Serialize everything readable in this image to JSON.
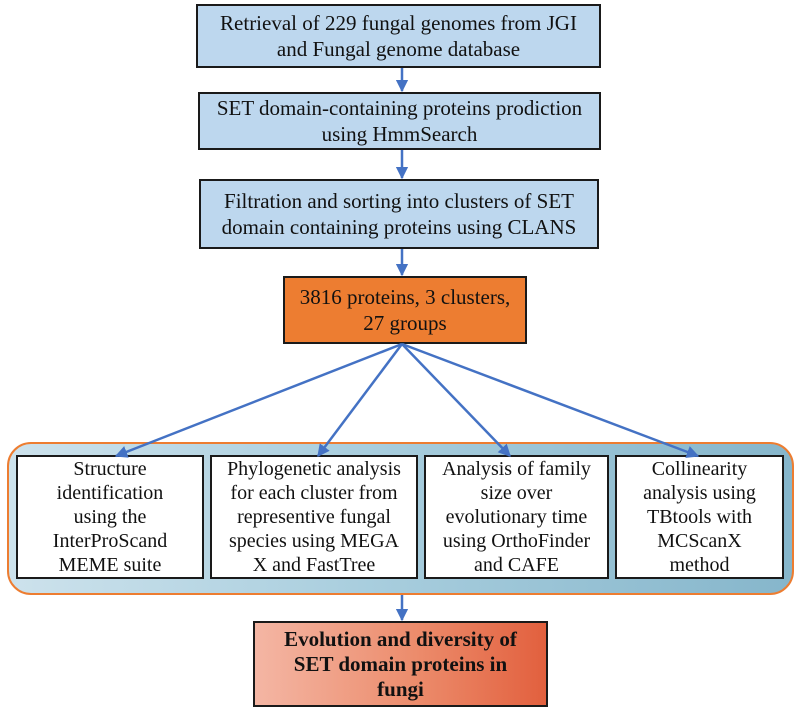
{
  "diagram": {
    "type": "flowchart",
    "colors": {
      "step_fill": "#bdd7ee",
      "summary_fill": "#ed7d31",
      "container_border": "#ed7d31",
      "arrow": "#4472c4",
      "final_fill_start": "#f4b6a4",
      "final_fill_end": "#e2603e"
    },
    "steps": [
      {
        "id": "step1",
        "text": "Retrieval of 229 fungal genomes from JGI\nand Fungal genome database"
      },
      {
        "id": "step2",
        "text": "SET domain-containing proteins prodiction\nusing HmmSearch"
      },
      {
        "id": "step3",
        "text": "Filtration and sorting into clusters of SET\ndomain containing proteins using CLANS"
      }
    ],
    "summary": {
      "text": "3816 proteins, 3 clusters,\n27 groups"
    },
    "analyses": [
      {
        "id": "structure",
        "text": "Structure\nidentification\nusing the\nInterProScand\nMEME suite"
      },
      {
        "id": "phylogenetic",
        "text": "Phylogenetic analysis\nfor each cluster from\nrepresentive fungal\nspecies using MEGA\nX and FastTree"
      },
      {
        "id": "family-size",
        "text": "Analysis of family\nsize over\nevolutionary time\nusing OrthoFinder\nand CAFE"
      },
      {
        "id": "collinearity",
        "text": "Collinearity\nanalysis using\nTBtools with\nMCScanX\nmethod"
      }
    ],
    "result": {
      "text": "Evolution and diversity of\nSET domain proteins in\nfungi"
    }
  }
}
